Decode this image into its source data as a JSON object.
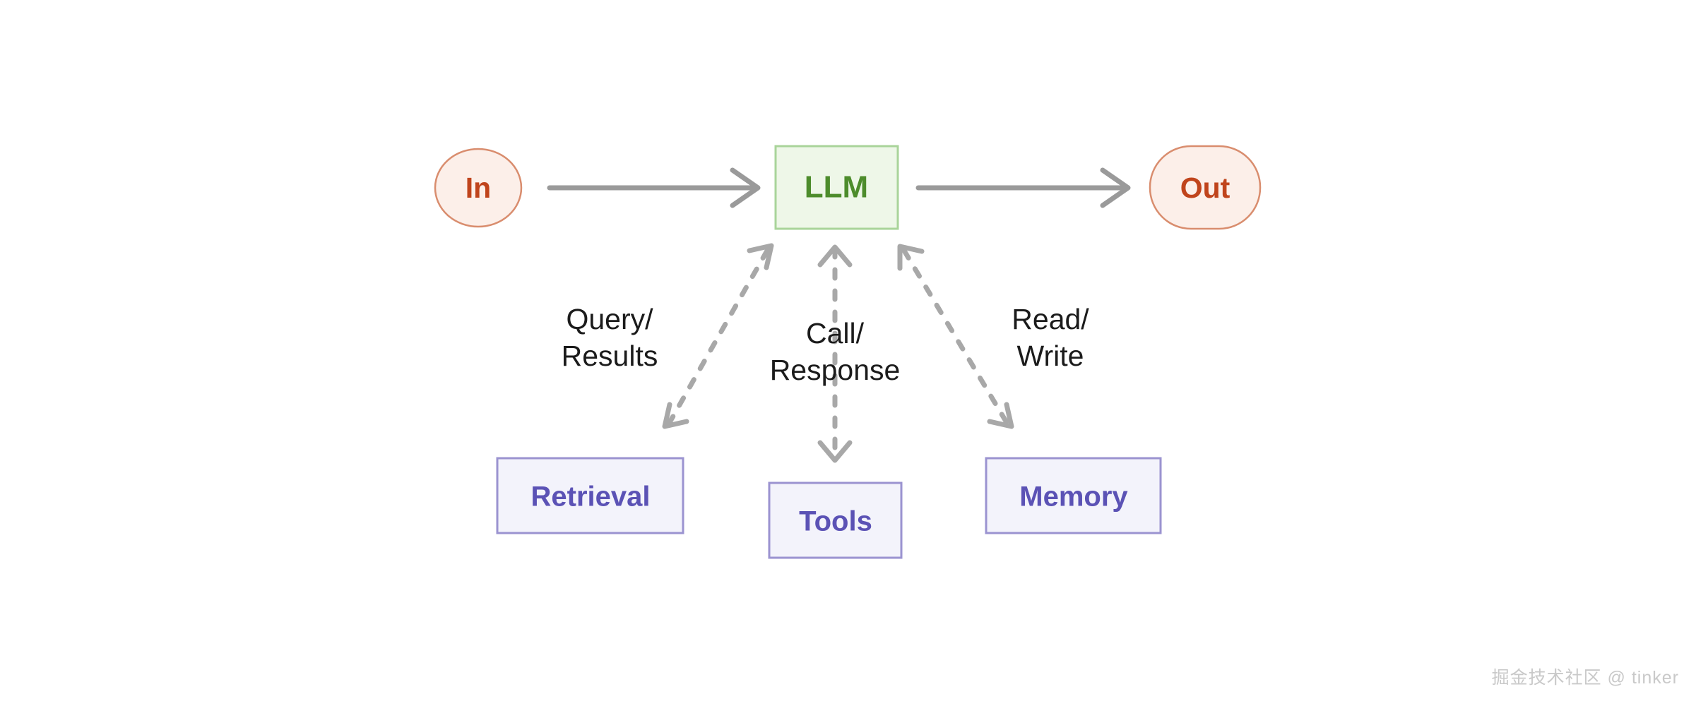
{
  "diagram": {
    "title": "LLM agent architecture flow",
    "background_color": "#ffffff",
    "nodes": [
      {
        "id": "in",
        "label": "In",
        "shape": "ellipse",
        "fill": "#fcefe9",
        "stroke": "#d98d6e",
        "text_color": "#c0441c"
      },
      {
        "id": "llm",
        "label": "LLM",
        "shape": "rect",
        "fill": "#eef7e8",
        "stroke": "#a9d49a",
        "text_color": "#4d8c2c"
      },
      {
        "id": "out",
        "label": "Out",
        "shape": "stadium",
        "fill": "#fcefe9",
        "stroke": "#d98d6e",
        "text_color": "#c0441c"
      },
      {
        "id": "retrieval",
        "label": "Retrieval",
        "shape": "rect",
        "fill": "#f3f3fb",
        "stroke": "#9b93d0",
        "text_color": "#5b52b5"
      },
      {
        "id": "tools",
        "label": "Tools",
        "shape": "rect",
        "fill": "#f3f3fb",
        "stroke": "#9b93d0",
        "text_color": "#5b52b5"
      },
      {
        "id": "memory",
        "label": "Memory",
        "shape": "rect",
        "fill": "#f3f3fb",
        "stroke": "#9b93d0",
        "text_color": "#5b52b5"
      }
    ],
    "edges": [
      {
        "id": "in-to-llm",
        "from": "in",
        "to": "llm",
        "style": "solid",
        "direction": "forward",
        "label": "",
        "color": "#9a9a9a"
      },
      {
        "id": "llm-to-out",
        "from": "llm",
        "to": "out",
        "style": "solid",
        "direction": "forward",
        "label": "",
        "color": "#9a9a9a"
      },
      {
        "id": "llm-retrieval",
        "from": "llm",
        "to": "retrieval",
        "style": "dashed",
        "direction": "bidirectional",
        "label_line1": "Query/",
        "label_line2": "Results",
        "color": "#a8a8a8"
      },
      {
        "id": "llm-tools",
        "from": "llm",
        "to": "tools",
        "style": "dashed",
        "direction": "bidirectional",
        "label_line1": "Call/",
        "label_line2": "Response",
        "color": "#a8a8a8"
      },
      {
        "id": "llm-memory",
        "from": "llm",
        "to": "memory",
        "style": "dashed",
        "direction": "bidirectional",
        "label_line1": "Read/",
        "label_line2": "Write",
        "color": "#a8a8a8"
      }
    ]
  },
  "watermark": {
    "text": "掘金技术社区 @ tinker",
    "color": "#c9c9c9"
  }
}
